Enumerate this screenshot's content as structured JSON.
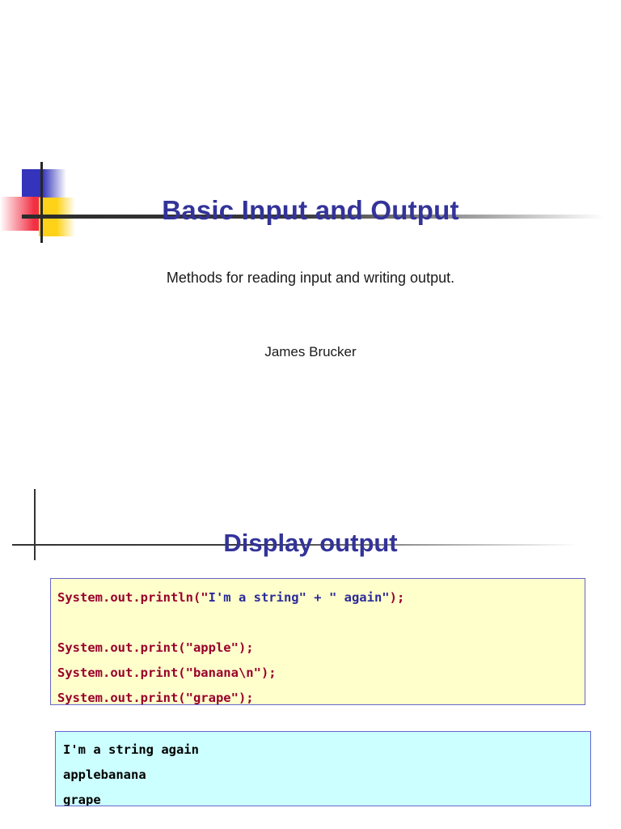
{
  "slide1": {
    "title": "Basic Input and Output",
    "subtitle": "Methods for reading input and writing output.",
    "author": "James Brucker",
    "title_color": "#333399",
    "decoration": {
      "blue_square": "#3333bb",
      "red_square": "#f23044",
      "yellow_square": "#ffd21a",
      "line_color": "#262626"
    }
  },
  "slide2": {
    "title": "Display output",
    "title_color": "#333399",
    "code_block": {
      "background": "#ffffcc",
      "border": "#6666cc",
      "code_color": "#99002b",
      "string_color": "#2b2b99",
      "lines": [
        {
          "segments": [
            {
              "text": "System.out.println(\"",
              "kind": "code"
            },
            {
              "text": "I'm a string\" + \" again\"",
              "kind": "string"
            },
            {
              "text": ");",
              "kind": "code"
            }
          ]
        },
        {
          "segments": []
        },
        {
          "segments": [
            {
              "text": "System.out.print(\"apple\");",
              "kind": "code"
            }
          ]
        },
        {
          "segments": [
            {
              "text": "System.out.print(\"banana\\n\");",
              "kind": "code"
            }
          ]
        },
        {
          "segments": [
            {
              "text": "System.out.print(\"grape\");",
              "kind": "code"
            }
          ]
        }
      ]
    },
    "output_block": {
      "background": "#ccffff",
      "border": "#6666cc",
      "text_color": "#000000",
      "lines": [
        "I'm a string again",
        "applebanana",
        "grape"
      ]
    }
  }
}
